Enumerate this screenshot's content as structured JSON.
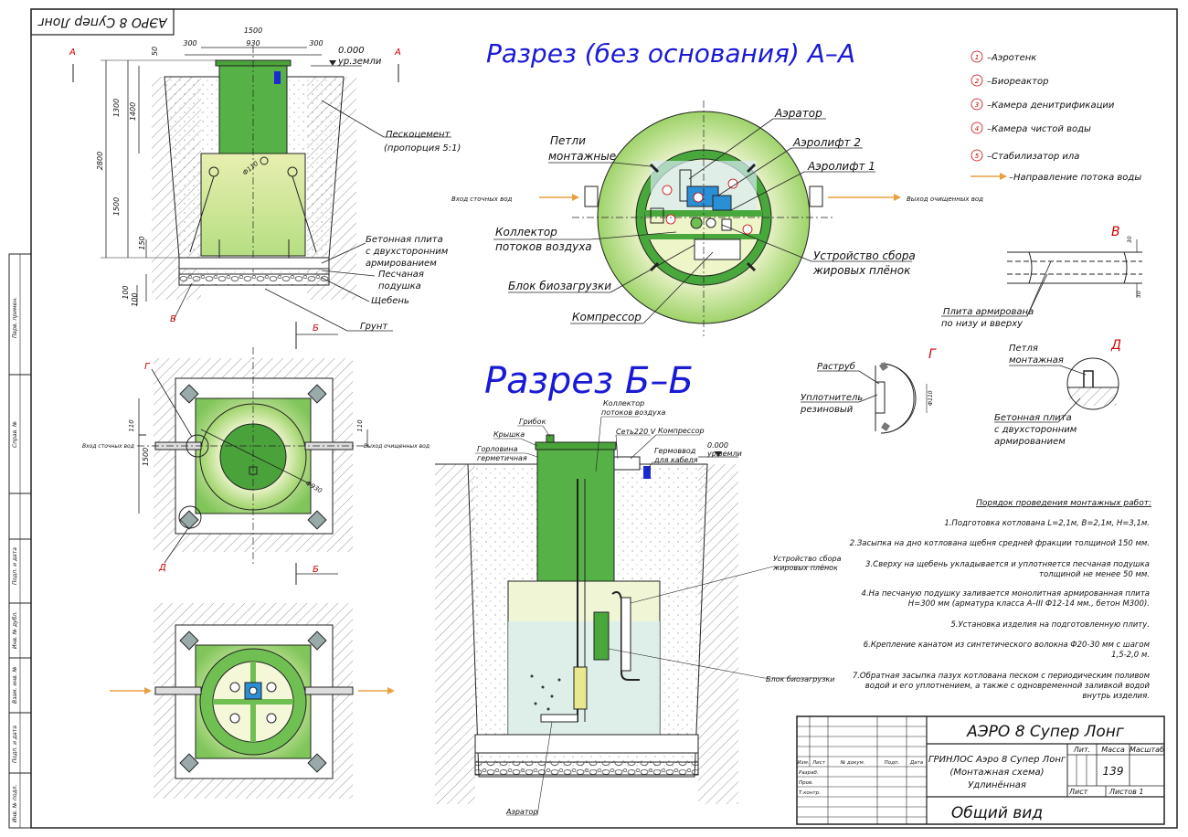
{
  "stamp_top": "АЭРО 8 Супер Лонг",
  "titles": {
    "section_aa": "Разрез (без основания) А–А",
    "section_bb": "Разрез Б–Б"
  },
  "dims": {
    "d1500": "1500",
    "d930": "930",
    "d300l": "300",
    "d300r": "300",
    "d50": "50",
    "d1300": "1300",
    "d1400": "1400",
    "d2800": "2800",
    "d1500v": "1500",
    "d150": "150",
    "d100a": "100",
    "d100b": "100",
    "d110a": "110",
    "d110b": "110",
    "d1500p": "1500",
    "phi110": "Ф110",
    "phi930": "Ф930",
    "phi110g": "Ф110",
    "d30a": "30",
    "d30b": "30",
    "ground_level": "0.000",
    "ground_label": "ур.земли",
    "ground_level2": "0.000",
    "ground_label2": "ур.земли"
  },
  "section_marks": {
    "a_left": "А",
    "a_right": "А",
    "b_top": "Б",
    "b_bottom": "Б"
  },
  "left_labels": {
    "peskocement": "Пескоцемент",
    "proportion": "(пропорция 5:1)",
    "plate1": "Бетонная плита",
    "plate2": "с двухсторонним",
    "plate3": "армированием",
    "sand1": "Песчаная",
    "sand2": "подушка",
    "gravel": "Щебень",
    "soil": "Грунт",
    "mark_v": "В",
    "mark_g": "Г",
    "mark_d": "Д",
    "inlet": "Вход сточных вод",
    "outlet": "Выход очищенных вод"
  },
  "aa_labels": {
    "aerator": "Аэратор",
    "aerolift2": "Аэролифт 2",
    "aerolift1": "Аэролифт 1",
    "loops1": "Петли",
    "loops2": "монтажные",
    "collector1": "Коллектор",
    "collector2": "потоков воздуха",
    "bio": "Блок биозагрузки",
    "compressor": "Компрессор",
    "fat1": "Устройство сбора",
    "fat2": "жировых плёнок",
    "inlet": "Вход сточных вод",
    "outlet": "Выход очищенных вод"
  },
  "legend": [
    {
      "num": "1",
      "text": "–Аэротенк"
    },
    {
      "num": "2",
      "text": "–Биореактор"
    },
    {
      "num": "3",
      "text": "–Камера денитрификации"
    },
    {
      "num": "4",
      "text": "–Камера чистой воды"
    },
    {
      "num": "5",
      "text": "–Стабилизатор ила"
    }
  ],
  "legend_arrow": "–Направление потока воды",
  "detail_v": {
    "mark": "В",
    "label1": "Плита армирована",
    "label2": "по низу и вверху"
  },
  "detail_g": {
    "mark": "Г",
    "label1": "Раструб",
    "label2": "Уплотнитель",
    "label3": "резиновый"
  },
  "detail_d": {
    "mark": "Д",
    "label1": "Петля",
    "label2": "монтажная",
    "label3": "Бетонная плита",
    "label4": "с двухсторонним",
    "label5": "армированием"
  },
  "bb_labels": {
    "kollektor1": "Коллектор",
    "kollektor2": "потоков воздуха",
    "gribok": "Грибок",
    "set": "Сеть220 V",
    "kompressor": "Компрессор",
    "kryshka": "Крышка",
    "gorlovina1": "Горловина",
    "gorlovina2": "герметичная",
    "germo1": "Гермоввод",
    "germo2": "для кабеля",
    "fat1": "Устройство сбора",
    "fat2": "жировых плёнок",
    "bio": "Блок биозагрузки",
    "aerator": "Аэратор"
  },
  "steps_title": "Порядок проведения монтажных работ:",
  "steps": [
    [
      "1.Подготовка котлована L=2,1м, B=2,1м, H=3,1м."
    ],
    [
      "2.Засыпка на дно котлована щебня средней фракции толщиной 150 мм."
    ],
    [
      "3.Сверху на щебень укладывается и уплотняется песчаная подушка",
      "толщиной не менее 50 мм."
    ],
    [
      "4.На песчаную подушку заливается монолитная армированная плита",
      "Н=300 мм (арматура класса А–III Ф12-14 мм., бетон М300)."
    ],
    [
      "5.Установка изделия на подготовленную плиту."
    ],
    [
      "6.Крепление канатом из синтетического волокна Ф20-30 мм с шагом",
      "1,5-2,0 м."
    ],
    [
      "7.Обратная засыпка пазух котлована песком с периодическим поливом",
      "водой и его уплотнением, а также с одновременной заливкой водой",
      "внутрь изделия."
    ]
  ],
  "titleblock": {
    "product": "АЭРО 8 Супер Лонг",
    "desc1": "ГРИНЛОС Аэро 8 Супер Лонг",
    "desc2": "(Монтажная схема)",
    "desc3": "Удлинённая",
    "view": "Общий вид",
    "lit": "Лит.",
    "mass": "Масса",
    "scale": "Масштаб",
    "mass_value": "139",
    "sheet": "Лист",
    "sheets": "Листов  1",
    "cols": [
      "Изм.",
      "Лист",
      "№ докум.",
      "Подп.",
      "Дата"
    ],
    "rows": [
      "Разраб.",
      "Пров.",
      "Т.контр."
    ]
  },
  "side_strip": [
    "Перв. примен.",
    "Справ. №",
    "Подп. и дата",
    "Инв. № дубл.",
    "Взам. инв. №",
    "Подп. и дата",
    "Инв. № подл."
  ]
}
